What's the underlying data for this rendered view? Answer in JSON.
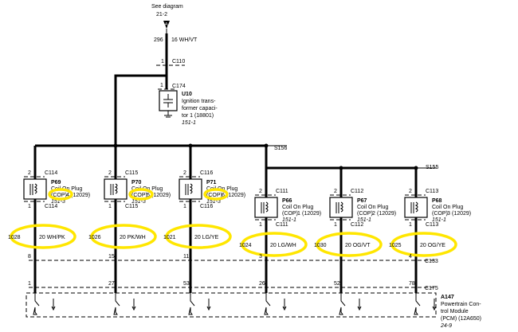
{
  "top": {
    "see_line1": "See diagram",
    "see_line2": "21-2",
    "arrow_letter": "A",
    "circuit": "296",
    "wire": "16 WH/VT",
    "pin": "1",
    "connector": "C110"
  },
  "capacitor": {
    "pin": "1",
    "connector": "C174",
    "id": "U10",
    "line1": "Ignition trans-",
    "line2": "former capaci-",
    "line3": "tor 1 (18801)",
    "ref": "151-1"
  },
  "splices": {
    "s156": "S156",
    "s155": "S155"
  },
  "coils": [
    {
      "id": "P69",
      "name": "Coil On Plug",
      "cop": "(COP)",
      "num": "4",
      "part": "(12029)",
      "ref": "151-3",
      "pin_top": "2",
      "conn_top": "C114",
      "pin_bot": "1",
      "conn_bot": "C114",
      "circuit": "1028",
      "wire": "20 WH/PK",
      "pcm_pin": "8",
      "pcm_pin2": "1"
    },
    {
      "id": "P70",
      "name": "Coil On Plug",
      "cop": "(COP)",
      "num": "5",
      "part": "(12029)",
      "ref": "151-3",
      "pin_top": "2",
      "conn_top": "C115",
      "pin_bot": "1",
      "conn_bot": "C115",
      "circuit": "1026",
      "wire": "20 PK/WH",
      "pcm_pin": "15",
      "pcm_pin2": "27"
    },
    {
      "id": "P71",
      "name": "Coil On Plug",
      "cop": "(COP)",
      "num": "6",
      "part": "(12029)",
      "ref": "151-3",
      "pin_top": "2",
      "conn_top": "C116",
      "pin_bot": "1",
      "conn_bot": "C116",
      "circuit": "1021",
      "wire": "20 LG/YE",
      "pcm_pin": "11",
      "pcm_pin2": "53"
    },
    {
      "id": "P66",
      "name": "Coil On Plug",
      "cop": "(COP)",
      "num": "1",
      "part": "(12029)",
      "ref": "151-1",
      "pin_top": "2",
      "conn_top": "C111",
      "pin_bot": "1",
      "conn_bot": "C111",
      "circuit": "1024",
      "wire": "20 LG/WH",
      "pcm_pin": "3",
      "pcm_pin2": "26"
    },
    {
      "id": "P67",
      "name": "Coil On Plug",
      "cop": "(COP)",
      "num": "2",
      "part": "(12029)",
      "ref": "151-1",
      "pin_top": "2",
      "conn_top": "C112",
      "pin_bot": "1",
      "conn_bot": "C112",
      "circuit": "1030",
      "wire": "20 OG/VT",
      "pcm_pin": "",
      "pcm_pin2": "52"
    },
    {
      "id": "P68",
      "name": "Coil On Plug",
      "cop": "(COP)",
      "num": "3",
      "part": "(12029)",
      "ref": "151-1",
      "pin_top": "2",
      "conn_top": "C113",
      "pin_bot": "1",
      "conn_bot": "C113",
      "circuit": "1025",
      "wire": "20 OG/YE",
      "pcm_pin": "4",
      "pcm_pin2": "78"
    }
  ],
  "c133": "C133",
  "c175": "C175",
  "pcm": {
    "id": "A147",
    "line1": "Powertrain Con-",
    "line2": "trol Module",
    "line3": "(PCM) (12A650)",
    "ref": "24-9"
  },
  "colors": {
    "highlight": "#ffe600",
    "ink": "#000000"
  }
}
